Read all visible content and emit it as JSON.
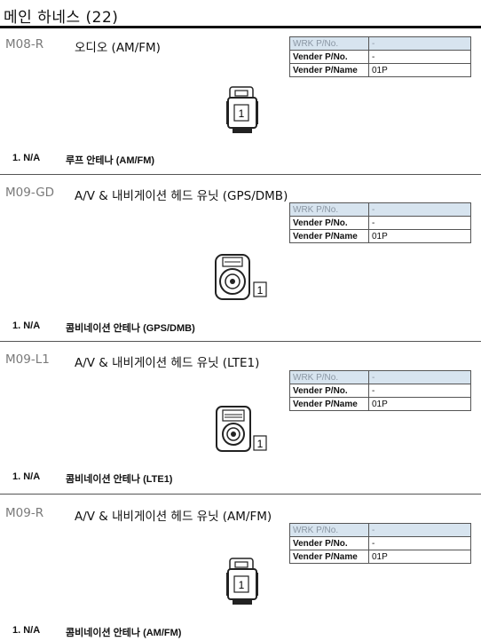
{
  "header": {
    "title": "메인 하네스 (22)"
  },
  "labels": {
    "wrk": "WRK P/No.",
    "vender_pno": "Vender P/No.",
    "vender_pname": "Vender P/Name"
  },
  "sections": [
    {
      "code": "M08-R",
      "name": "오디오 (AM/FM)",
      "wrk_value": "-",
      "vender_pno": "-",
      "vender_pname": "01P",
      "connector": "1",
      "pins": [
        {
          "no": "1. N/A",
          "desc": "루프 안테나 (AM/FM)"
        }
      ]
    },
    {
      "code": "M09-GD",
      "name": "A/V & 내비게이션 헤드 유닛 (GPS/DMB)",
      "wrk_value": "-",
      "vender_pno": "-",
      "vender_pname": "01P",
      "connector": "1",
      "pins": [
        {
          "no": "1. N/A",
          "desc": "콤비네이션 안테나 (GPS/DMB)"
        }
      ]
    },
    {
      "code": "M09-L1",
      "name": "A/V & 내비게이션 헤드 유닛 (LTE1)",
      "wrk_value": "-",
      "vender_pno": "-",
      "vender_pname": "01P",
      "connector": "1",
      "pins": [
        {
          "no": "1. N/A",
          "desc": "콤비네이션 안테나 (LTE1)"
        }
      ]
    },
    {
      "code": "M09-R",
      "name": "A/V & 내비게이션 헤드 유닛 (AM/FM)",
      "wrk_value": "-",
      "vender_pno": "-",
      "vender_pname": "01P",
      "connector": "1",
      "pins": [
        {
          "no": "1. N/A",
          "desc": "콤비네이션 안테나 (AM/FM)"
        }
      ]
    }
  ]
}
